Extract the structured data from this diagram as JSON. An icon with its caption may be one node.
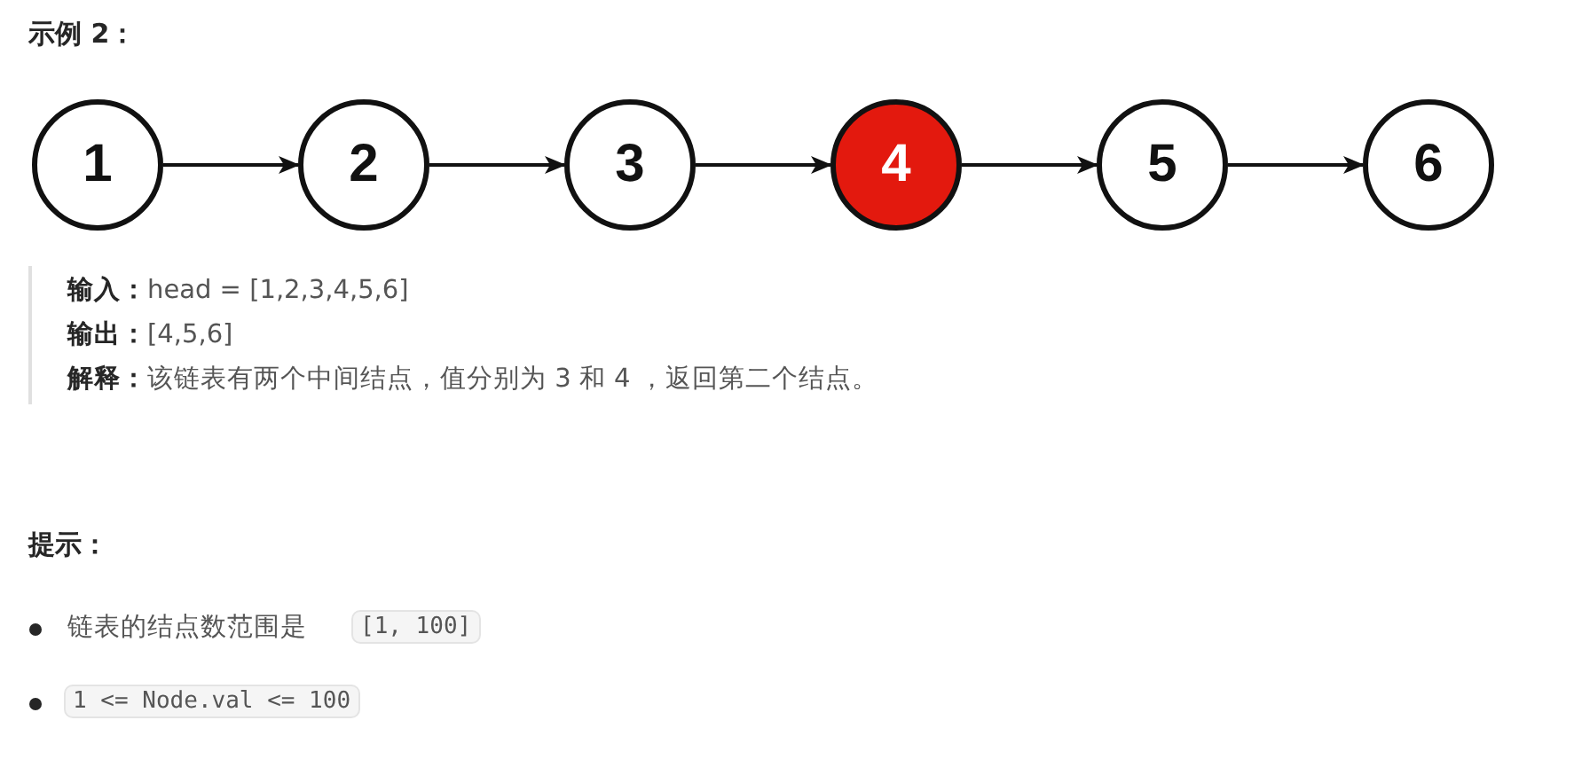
{
  "diagram": {
    "title": "示例 2：",
    "nodes": [
      {
        "text": [
          "1"
        ]
      },
      {
        "text": [
          "2"
        ]
      },
      {
        "text": [
          "3"
        ]
      },
      {
        "text": [
          "4"
        ]
      },
      {
        "text": [
          "5"
        ]
      },
      {
        "text": [
          "6"
        ]
      }
    ],
    "edges": [
      {
        "from": 0,
        "to": 1,
        "arrow": "to"
      },
      {
        "from": 1,
        "to": 2,
        "arrow": "to"
      },
      {
        "from": 2,
        "to": 3,
        "arrow": "to"
      },
      {
        "from": 3,
        "to": 4,
        "arrow": "to"
      },
      {
        "from": 4,
        "to": 5,
        "arrow": "to"
      }
    ],
    "labels": [
      "**输入：**head = [1,2,3,4,5,6]",
      "**输出：**[4,5,6]",
      "**解释：**该链表有两个中间结点，值分别为 3 和 4 ，返回第二个结点。",
      "提示：",
      "链表的结点数范围是",
      "[1, 100]",
      "1 <= Node.val <= 100"
    ]
  }
}
